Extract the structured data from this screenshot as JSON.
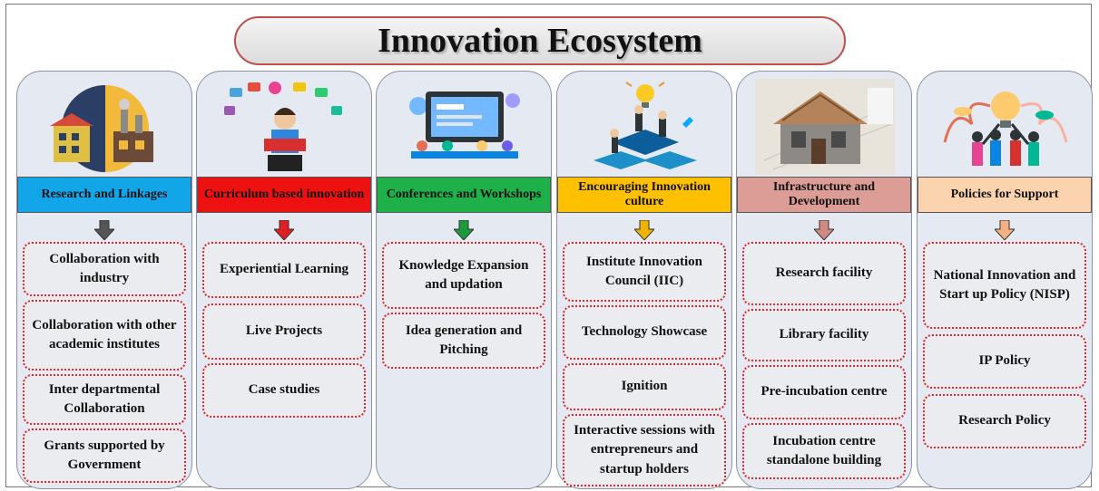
{
  "title": "Innovation Ecosystem",
  "columns": [
    {
      "header": "Research and Linkages",
      "header_color": "#12a5e8",
      "arrow_color": "#555555",
      "illustration": "industry-academia-icon",
      "items": [
        "Collaboration with industry",
        "Collaboration with other academic institutes",
        "Inter departmental Collaboration",
        "Grants supported by Government"
      ]
    },
    {
      "header": "Curriculum based innovation",
      "header_color": "#ee1111",
      "arrow_color": "#e02020",
      "illustration": "student-reading-icon",
      "items": [
        "Experiential Learning",
        "Live Projects",
        "Case studies"
      ]
    },
    {
      "header": "Conferences and Workshops",
      "header_color": "#1fb04a",
      "arrow_color": "#1a9a3c",
      "illustration": "workshop-screen-icon",
      "items": [
        "Knowledge Expansion and updation",
        "Idea generation and Pitching"
      ]
    },
    {
      "header": "Encouraging Innovation culture",
      "header_color": "#ffc000",
      "arrow_color": "#f0b400",
      "illustration": "lightbulb-team-icon",
      "items": [
        "Institute Innovation Council (IIC)",
        "Technology Showcase",
        "Ignition",
        "Interactive sessions with entrepreneurs and startup holders"
      ]
    },
    {
      "header": "Infrastructure and Development",
      "header_color": "#dd9d97",
      "arrow_color": "#d08a84",
      "illustration": "house-construction-icon",
      "items": [
        "Research facility",
        "Library facility",
        "Pre-incubation centre",
        "Incubation centre standalone building"
      ]
    },
    {
      "header": "Policies for Support",
      "header_color": "#fbd3ae",
      "arrow_color": "#f4b183",
      "illustration": "people-lightbulb-icon",
      "items": [
        "National Innovation and Start up Policy (NISP)",
        "IP Policy",
        "Research Policy"
      ]
    }
  ]
}
